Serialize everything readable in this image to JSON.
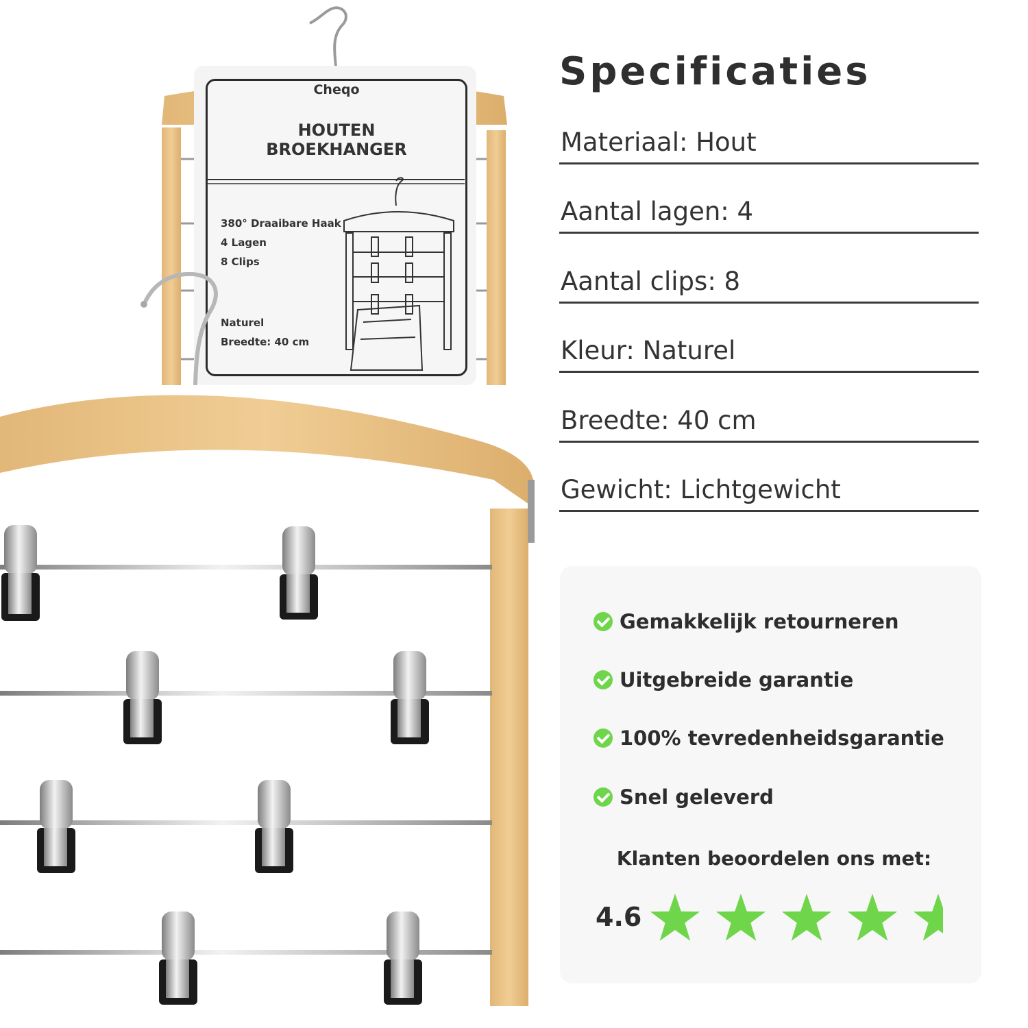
{
  "package": {
    "brand": "Cheqo",
    "title_line1": "HOUTEN",
    "title_line2": "BROEKHANGER",
    "features": [
      "380° Draaibare Haak",
      "4 Lagen",
      "8 Clips"
    ],
    "color": "Naturel",
    "width": "Breedte: 40 cm"
  },
  "specs": {
    "title": "Specificaties",
    "items": [
      {
        "label": "Materiaal: Hout"
      },
      {
        "label": "Aantal lagen: 4"
      },
      {
        "label": "Aantal clips: 8"
      },
      {
        "label": "Kleur: Naturel"
      },
      {
        "label": "Breedte: 40 cm"
      },
      {
        "label": "Gewicht: Lichtgewicht"
      }
    ]
  },
  "guarantees": {
    "items": [
      {
        "label": "Gemakkelijk retourneren",
        "icon": "check-circle-icon"
      },
      {
        "label": "Uitgebreide garantie",
        "icon": "check-circle-icon"
      },
      {
        "label": "100% tevredenheidsgarantie",
        "icon": "check-circle-icon"
      },
      {
        "label": "Snel geleverd",
        "icon": "check-circle-icon"
      }
    ],
    "rating_caption": "Klanten beoordelen ons met:",
    "rating_value": "4.6",
    "rating_numeric": 4.6,
    "rating_max": 5
  },
  "colors": {
    "wood": "#e8c288",
    "wood_dark": "#d8a964",
    "star_green": "#6fd54b",
    "text_dark": "#2f2f2f",
    "box_bg": "#f7f7f7"
  }
}
